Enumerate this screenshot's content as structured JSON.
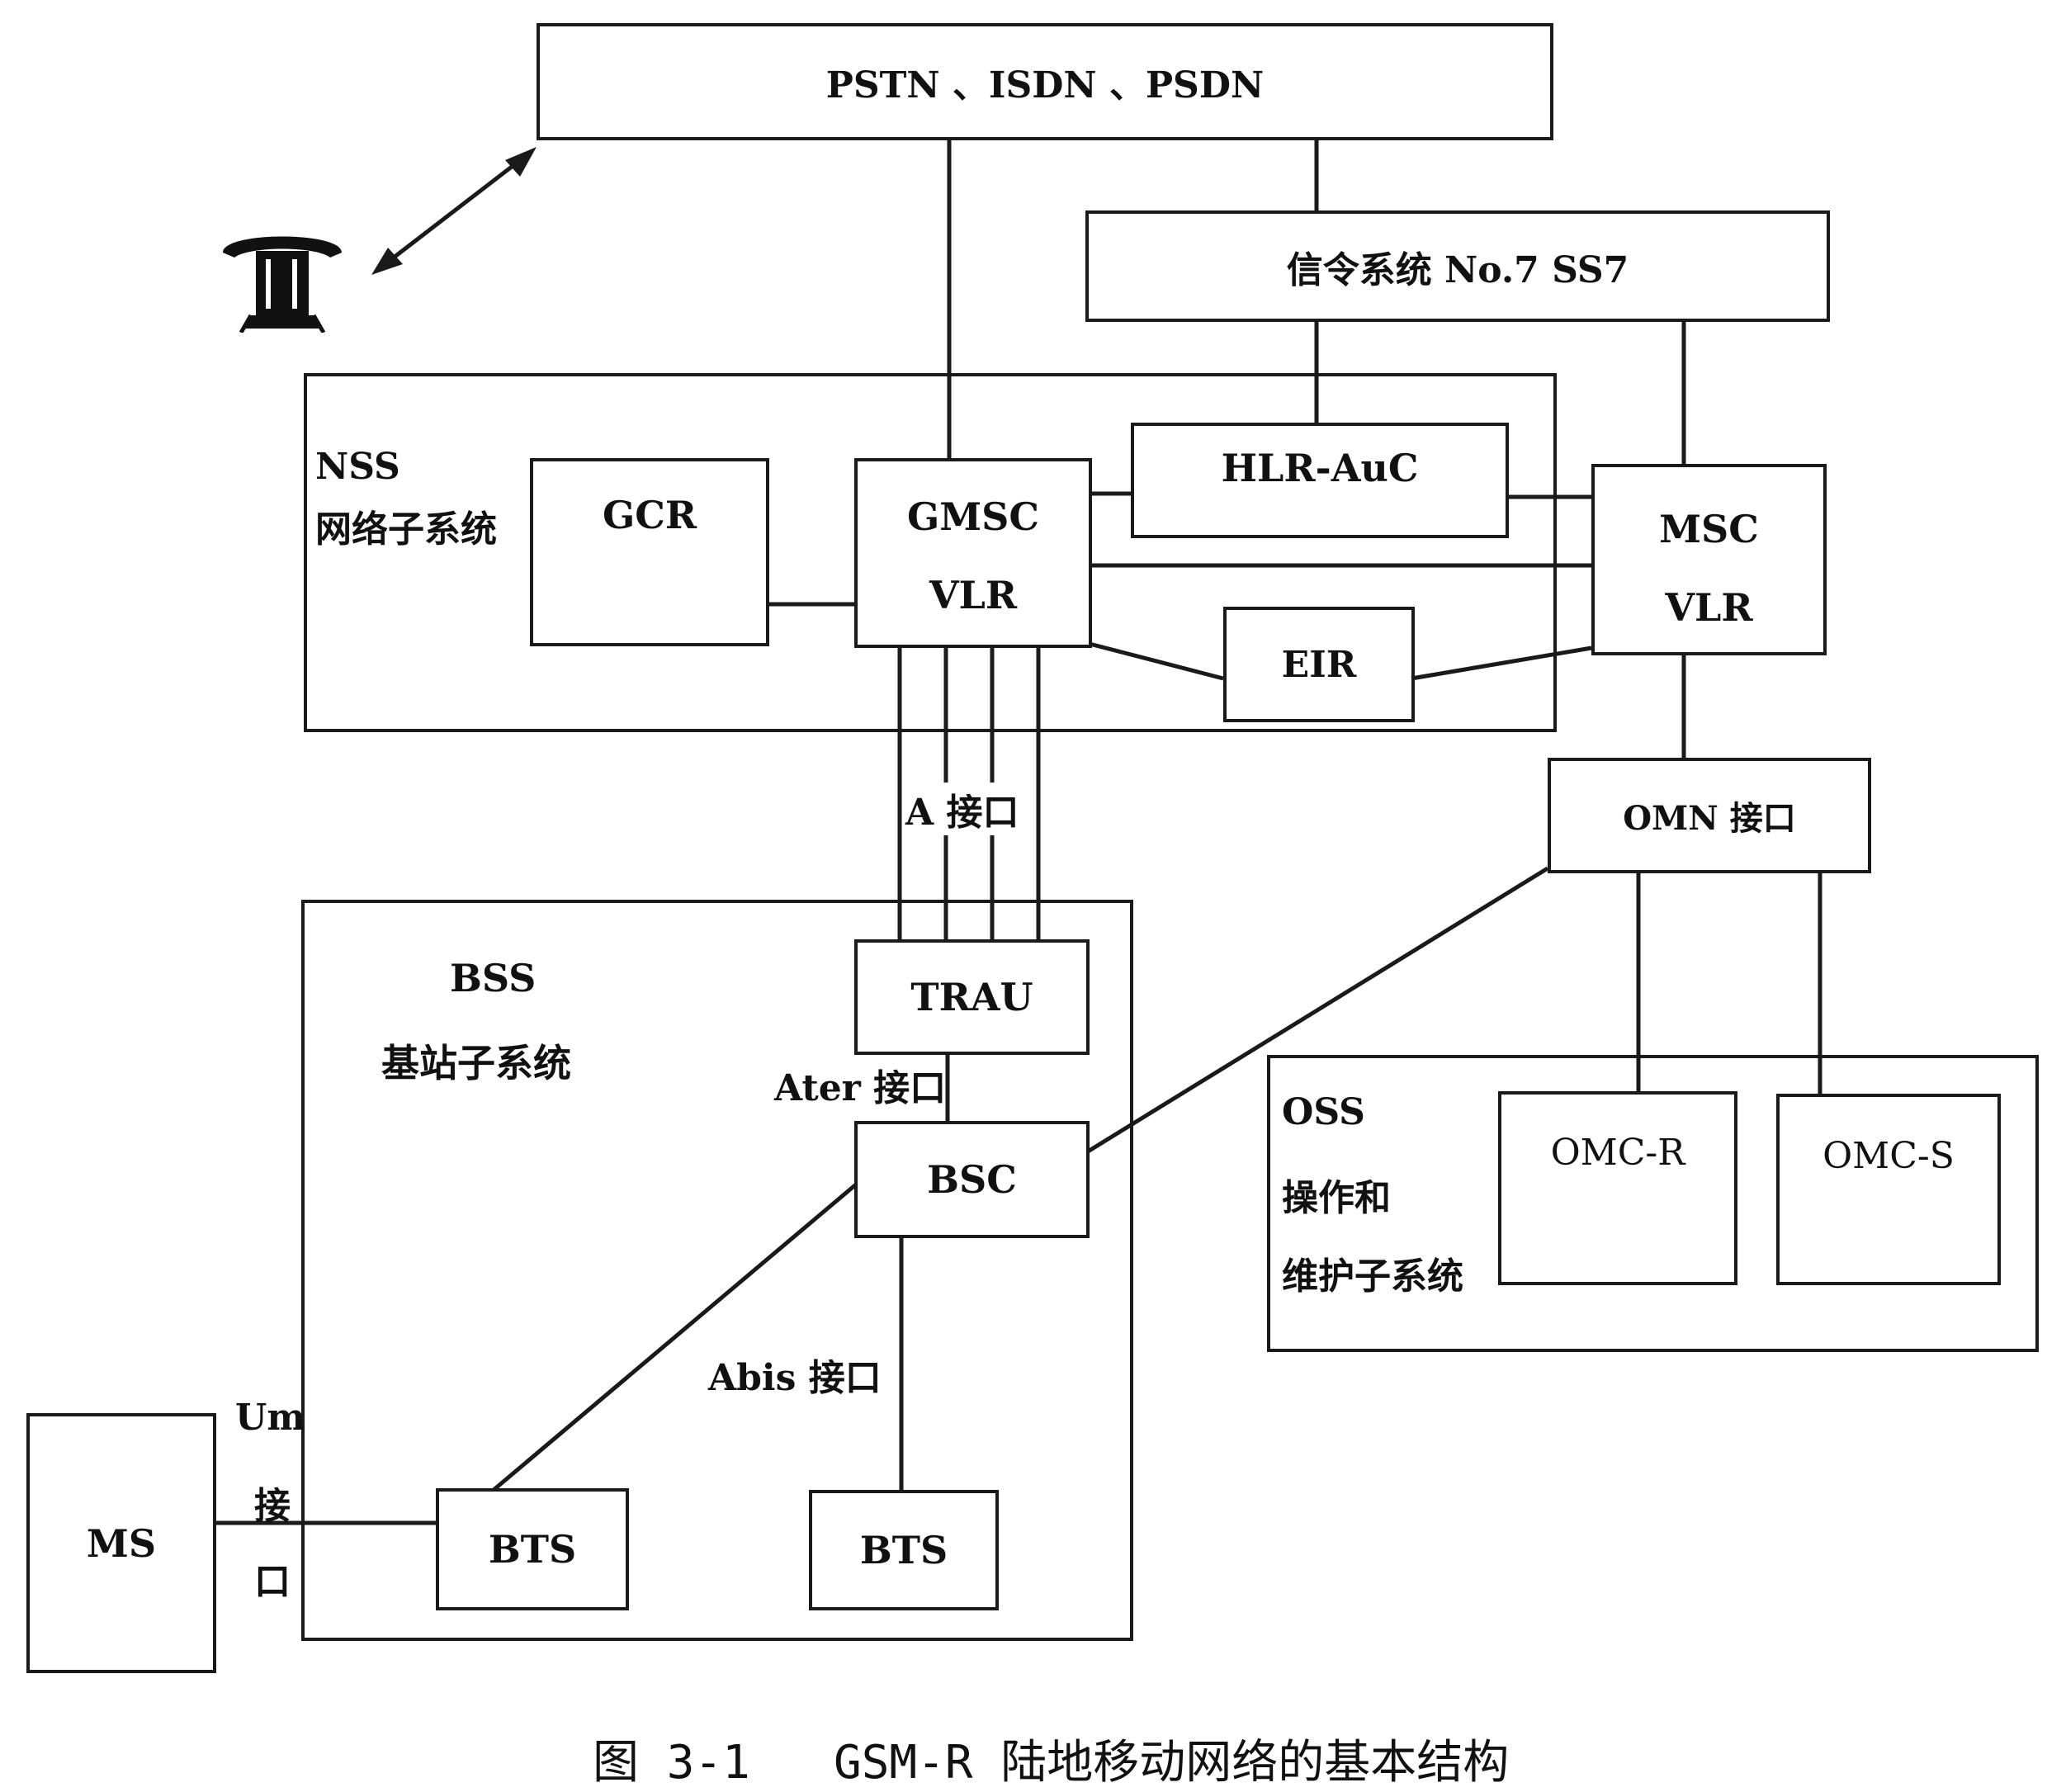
{
  "top_network": "PSTN 、ISDN 、PSDN",
  "signaling": "信令系统 No.7 SS7",
  "nss": {
    "title": "NSS",
    "subtitle": "网络子系统"
  },
  "gcr": "GCR",
  "gmsc": {
    "line1": "GMSC",
    "line2": "VLR"
  },
  "hlr": "HLR-AuC",
  "msc": {
    "line1": "MSC",
    "line2": "VLR"
  },
  "eir": "EIR",
  "a_interface": "A 接口",
  "omn": "OMN 接口",
  "bss": {
    "title": "BSS",
    "subtitle": "基站子系统"
  },
  "trau": "TRAU",
  "ater": "Ater 接口",
  "bsc": "BSC",
  "abis": "Abis 接口",
  "bts1": "BTS",
  "bts2": "BTS",
  "ms": "MS",
  "um": {
    "line1": "Um",
    "line2": "接",
    "line3": "口"
  },
  "oss": {
    "title": "OSS",
    "line2": "操作和",
    "line3": "维护子系统"
  },
  "omc_r": "OMC-R",
  "omc_s": "OMC-S",
  "caption": "图 3-1   GSM-R 陆地移动网络的基本结构",
  "icons": [
    "telephone-icon"
  ]
}
